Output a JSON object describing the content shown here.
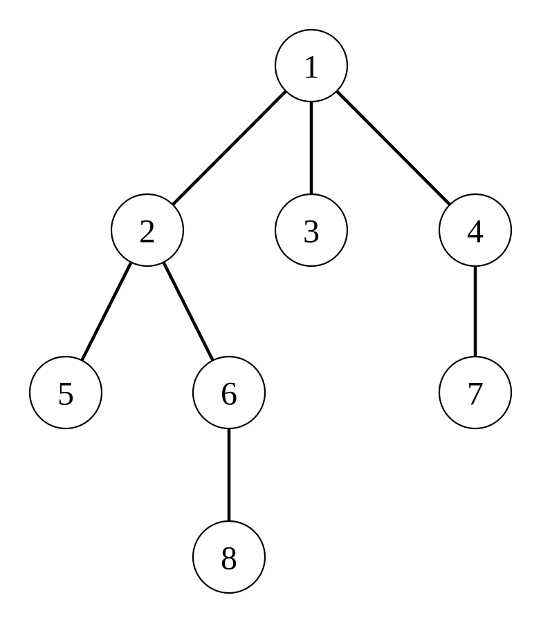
{
  "tree": {
    "nodes": [
      {
        "id": "1",
        "label": "1"
      },
      {
        "id": "2",
        "label": "2"
      },
      {
        "id": "3",
        "label": "3"
      },
      {
        "id": "4",
        "label": "4"
      },
      {
        "id": "5",
        "label": "5"
      },
      {
        "id": "6",
        "label": "6"
      },
      {
        "id": "7",
        "label": "7"
      },
      {
        "id": "8",
        "label": "8"
      }
    ],
    "edges": [
      {
        "from": "1",
        "to": "2"
      },
      {
        "from": "1",
        "to": "3"
      },
      {
        "from": "1",
        "to": "4"
      },
      {
        "from": "2",
        "to": "5"
      },
      {
        "from": "2",
        "to": "6"
      },
      {
        "from": "4",
        "to": "7"
      },
      {
        "from": "6",
        "to": "8"
      }
    ]
  }
}
